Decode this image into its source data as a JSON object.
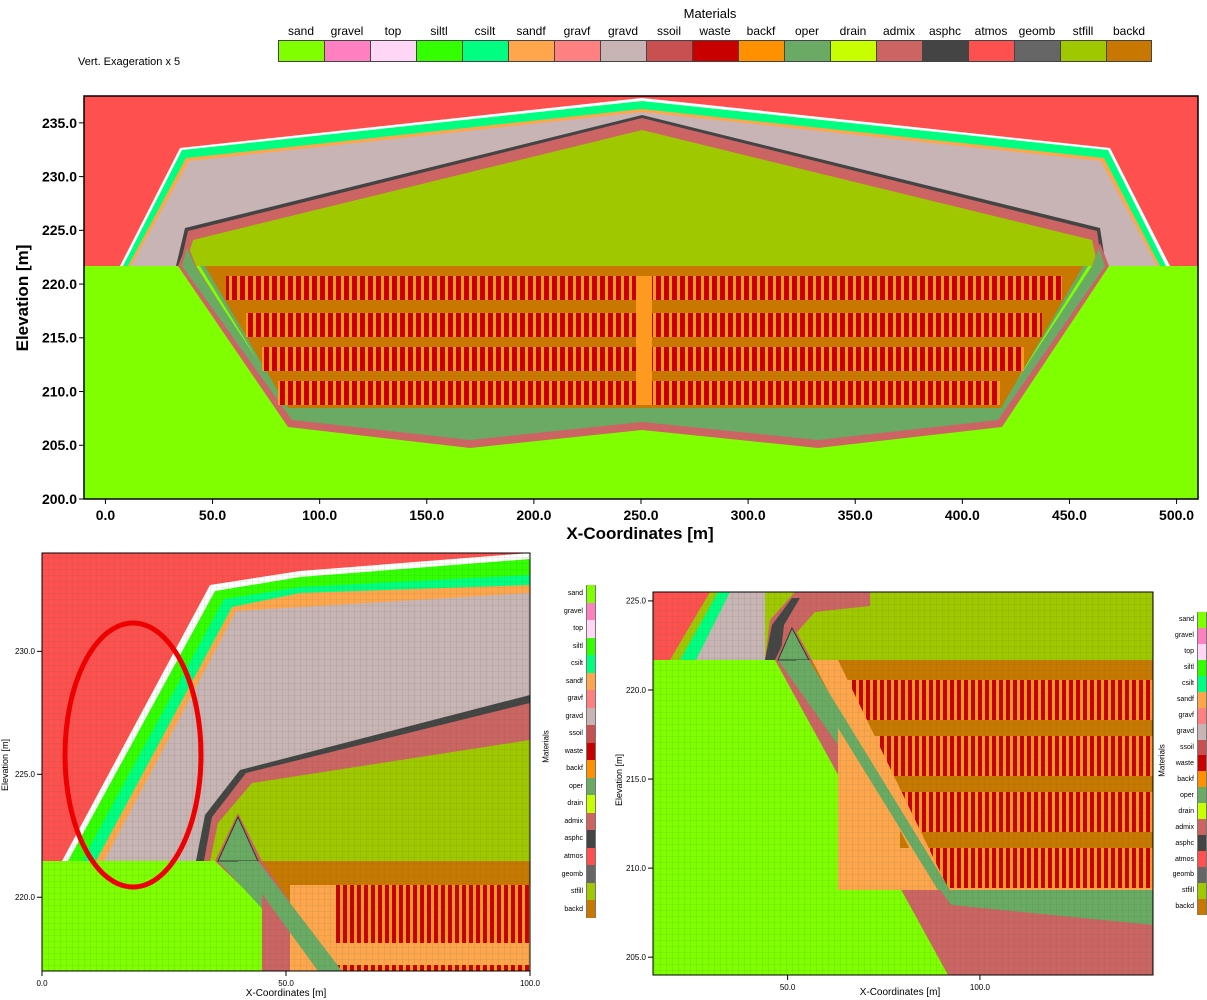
{
  "top_panel": {
    "legend_title": "Materials",
    "exaggeration_text": "Vert. Exageration x 5",
    "materials": [
      {
        "name": "sand",
        "color": "#80ff00"
      },
      {
        "name": "gravel",
        "color": "#ff80c0"
      },
      {
        "name": "top",
        "color": "#ffd6f5"
      },
      {
        "name": "siltl",
        "color": "#33ff00"
      },
      {
        "name": "csilt",
        "color": "#00ff80"
      },
      {
        "name": "sandf",
        "color": "#ffa64d"
      },
      {
        "name": "gravf",
        "color": "#ff8080"
      },
      {
        "name": "gravd",
        "color": "#c8b4b4"
      },
      {
        "name": "ssoil",
        "color": "#c85050"
      },
      {
        "name": "waste",
        "color": "#c80000"
      },
      {
        "name": "backf",
        "color": "#ff9000"
      },
      {
        "name": "oper",
        "color": "#6aaa64"
      },
      {
        "name": "drain",
        "color": "#c8ff00"
      },
      {
        "name": "admix",
        "color": "#cc6464"
      },
      {
        "name": "asphc",
        "color": "#444444"
      },
      {
        "name": "atmos",
        "color": "#ff5050"
      },
      {
        "name": "geomb",
        "color": "#666666"
      },
      {
        "name": "stfill",
        "color": "#a0c800"
      },
      {
        "name": "backd",
        "color": "#c87800"
      }
    ]
  },
  "chart_data": [
    {
      "type": "heatmap",
      "xlabel": "X-Coordinates  [m]",
      "ylabel": "Elevation  [m]",
      "xlim": [
        -10,
        510
      ],
      "ylim": [
        200,
        237.5
      ],
      "x_ticks": [
        "0.0",
        "50.0",
        "100.0",
        "150.0",
        "200.0",
        "250.0",
        "300.0",
        "350.0",
        "400.0",
        "450.0",
        "500.0"
      ],
      "y_ticks": [
        "200.0",
        "205.0",
        "210.0",
        "215.0",
        "220.0",
        "225.0",
        "230.0",
        "235.0"
      ],
      "grid": false
    },
    {
      "type": "heatmap",
      "xlabel": "X-Coordinates  [m]",
      "ylabel": "Elevation  [m]",
      "xlim": [
        0,
        100
      ],
      "ylim": [
        217,
        234
      ],
      "x_ticks": [
        "0.0",
        "50.0",
        "100.0"
      ],
      "y_ticks": [
        "220.0",
        "225.0",
        "230.0"
      ],
      "grid": true,
      "legend_title": "Materials",
      "annotation": "red-ellipse"
    },
    {
      "type": "heatmap",
      "xlabel": "X-Coordinates  [m]",
      "ylabel": "Elevation  [m]",
      "xlim": [
        15,
        145
      ],
      "ylim": [
        204,
        225.5
      ],
      "x_ticks": [
        "50.0",
        "100.0"
      ],
      "y_ticks": [
        "205.0",
        "210.0",
        "215.0",
        "220.0",
        "225.0"
      ],
      "grid": true,
      "legend_title": "Materials"
    }
  ]
}
